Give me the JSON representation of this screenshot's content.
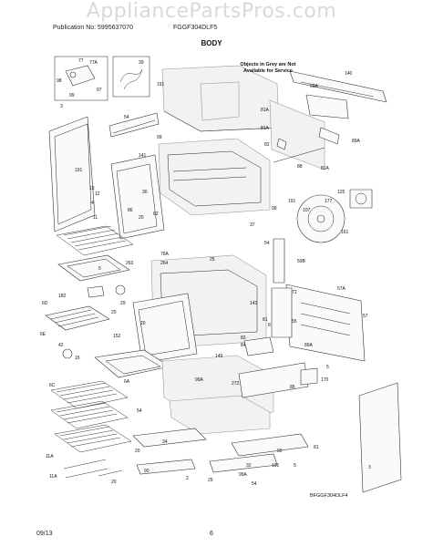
{
  "watermark": "AppliancePartsPros.com",
  "header": {
    "publication": "Publication No: 5995637070",
    "model": "FGGF304DLF5"
  },
  "title": "BODY",
  "note": "Objects in Grey are Not Available for Service",
  "diagram_code": "BFGGF304DLF4",
  "footer": {
    "date": "09/13",
    "page": "6"
  },
  "callouts": {
    "c77": "77",
    "c77a": "77A",
    "c98": "98",
    "c97": "97",
    "c99": "99",
    "c39": "39",
    "c191a": "191",
    "c140": "140",
    "c59a": "59A",
    "c3a": "3",
    "c54a": "54",
    "c99b": "99",
    "c81a": "81A",
    "c81ab": "81A",
    "c89a": "89A",
    "c82": "82",
    "c88": "88",
    "c81ac": "81A",
    "c141": "141",
    "c191b": "191",
    "c13": "13",
    "c12": "12",
    "c4": "4",
    "c11": "11",
    "c30": "30",
    "c86": "86",
    "c20a": "20",
    "c82b": "82",
    "c99c": "99",
    "c191c": "191",
    "c125": "125",
    "c107": "107",
    "c177": "177",
    "c161": "161",
    "c263": "263",
    "c76a": "76A",
    "c264": "264",
    "c25a": "25",
    "c37": "37",
    "c54b": "54",
    "c59b": "59B",
    "c5": "5",
    "c6d": "6D",
    "c182": "182",
    "c6e": "6E",
    "c29": "29",
    "c20b": "20",
    "c152": "152",
    "c20c": "20",
    "c57a": "57A",
    "c71": "71",
    "c55": "55",
    "c8": "8",
    "c57": "57",
    "c83": "83",
    "c84": "84",
    "c143": "143",
    "c81b": "81",
    "c42": "42",
    "c15": "15",
    "c149": "149",
    "c272": "272",
    "c89ab": "89A",
    "c99a": "99A",
    "c6c": "6C",
    "c6a": "6A",
    "c170": "170",
    "c85": "85",
    "c5b": "5",
    "c54c": "54",
    "c3b": "3",
    "c11a": "11A",
    "c11ab": "11A",
    "c20d": "20",
    "c20e": "20",
    "c90": "90",
    "c2": "2",
    "c25b": "25",
    "c34": "34",
    "c99ab": "99A",
    "c54d": "54",
    "c32": "32",
    "c191d": "191",
    "c5c": "5",
    "c95": "95",
    "c81c": "81"
  }
}
